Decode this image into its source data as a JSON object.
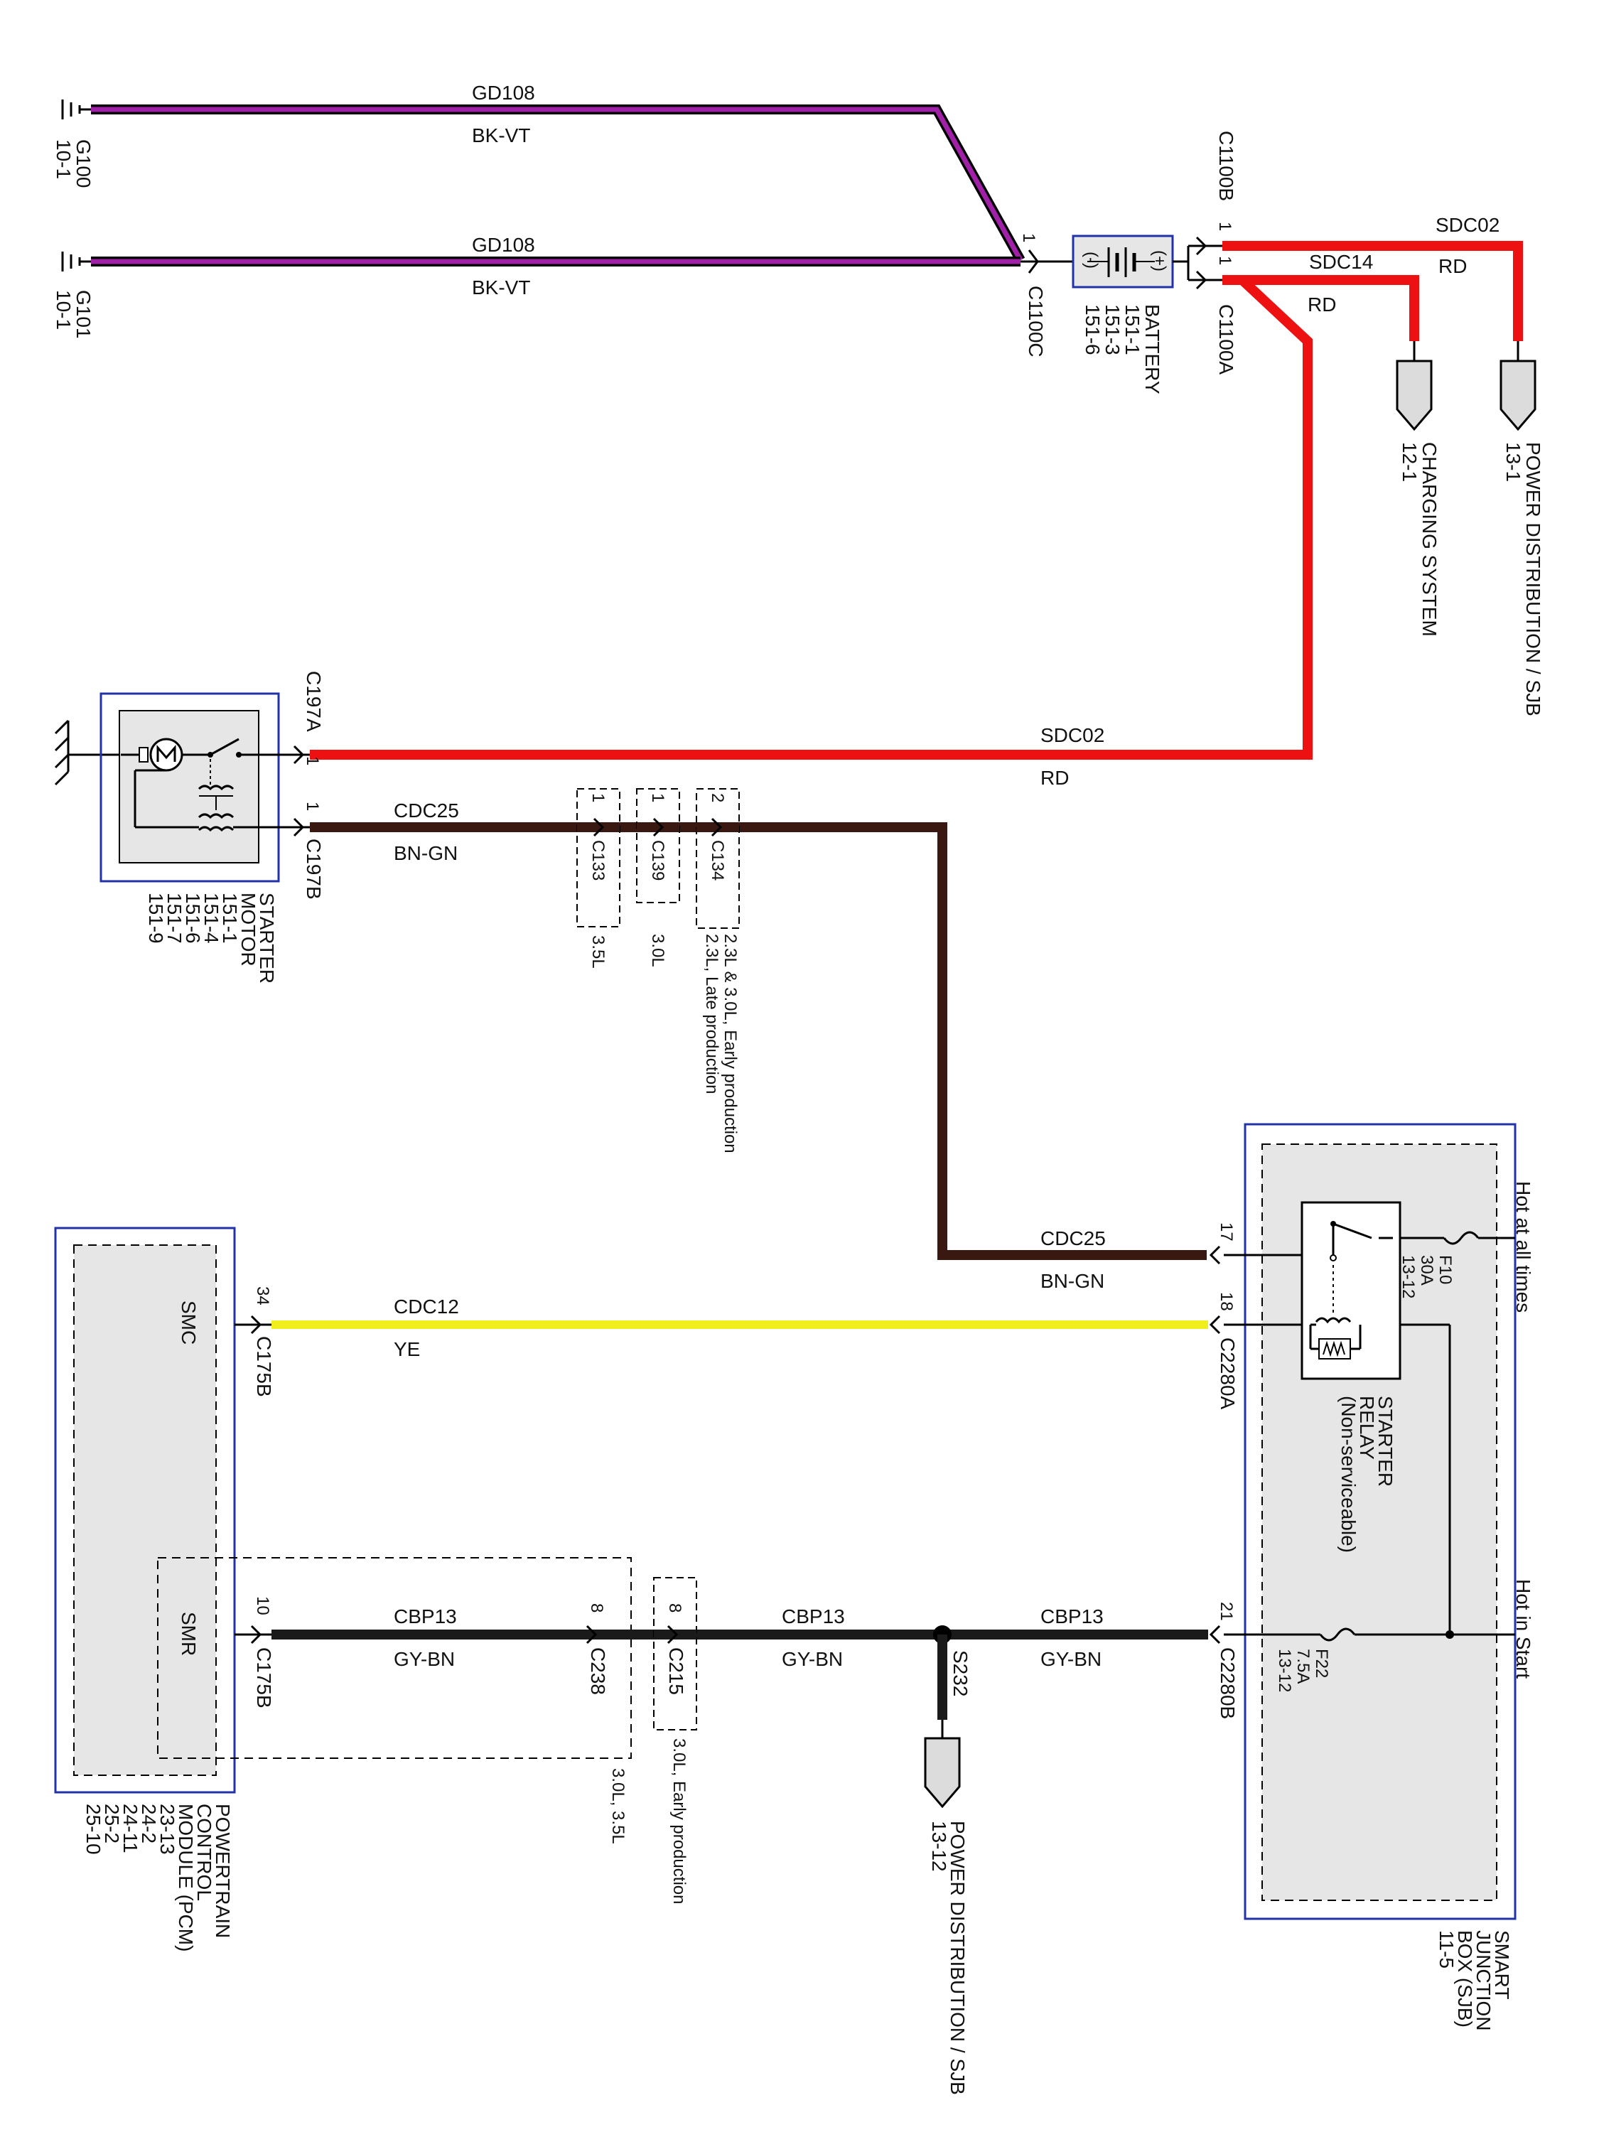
{
  "colors": {
    "ground_wire": "#a020a8",
    "wire_outline": "#000000",
    "red_wire": "#ee1111",
    "brown_wire": "#3a1812",
    "yellow_wire": "#f0ee1c",
    "gray_wire": "#1a1a1a",
    "module_border": "#2233aa",
    "module_fill": "#e6e6e6"
  },
  "grounds": [
    {
      "id": "G100",
      "ref": "10-1"
    },
    {
      "id": "G101",
      "ref": "10-1"
    }
  ],
  "wires": {
    "gd108_top": {
      "circuit": "GD108",
      "color": "BK-VT"
    },
    "gd108_bottom": {
      "circuit": "GD108",
      "color": "BK-VT"
    },
    "sdc02_top": {
      "circuit": "SDC02",
      "color": "RD"
    },
    "sdc14": {
      "circuit": "SDC14",
      "color": "RD"
    },
    "sdc02_long": {
      "circuit": "SDC02",
      "color": "RD"
    },
    "cdc25_starter": {
      "circuit": "CDC25",
      "color": "BN-GN"
    },
    "cdc25_sjb": {
      "circuit": "CDC25",
      "color": "BN-GN"
    },
    "cdc12": {
      "circuit": "CDC12",
      "color": "YE"
    },
    "cbp13_pcm": {
      "circuit": "CBP13",
      "color": "GY-BN"
    },
    "cbp13_mid": {
      "circuit": "CBP13",
      "color": "GY-BN"
    },
    "cbp13_sjb": {
      "circuit": "CBP13",
      "color": "GY-BN"
    }
  },
  "battery": {
    "title": "BATTERY",
    "refs": [
      "151-1",
      "151-3",
      "151-6"
    ],
    "plus": "(+)",
    "minus": "(-)",
    "connectors": {
      "neg": "C1100C",
      "neg_pin": "1",
      "pos_b": "C1100B",
      "pos_b_pin": "1",
      "pos_a": "C1100A",
      "pos_a_pin": "1"
    }
  },
  "destinations": {
    "power_dist_top": {
      "lines": [
        "POWER DISTRIBUTION / SJB",
        "13-1"
      ]
    },
    "charging": {
      "lines": [
        "CHARGING SYSTEM",
        "12-1"
      ]
    },
    "power_dist_bottom": {
      "lines": [
        "POWER DISTRIBUTION / SJB",
        "13-12"
      ]
    }
  },
  "starter_motor": {
    "lines": [
      "STARTER",
      "MOTOR",
      "151-1",
      "151-4",
      "151-6",
      "151-7",
      "151-9"
    ],
    "connector_a": "C197A",
    "pin_a": "1",
    "connector_b": "C197B",
    "pin_b": "1"
  },
  "inline_connectors": [
    {
      "name": "C133",
      "pin": "1",
      "note": "3.5L"
    },
    {
      "name": "C139",
      "pin": "1",
      "note": "3.0L"
    },
    {
      "name": "C134",
      "pin": "2",
      "note": "2.3L & 3.0L, Early production",
      "note2": "2.3L, Late production"
    }
  ],
  "sjb": {
    "lines": [
      "SMART",
      "JUNCTION",
      "BOX (SJB)",
      "11-5"
    ],
    "hot_at_all_times": "Hot at all times",
    "hot_in_start": "Hot in Start",
    "fuse_f10": [
      "F10",
      "30A",
      "13-12"
    ],
    "fuse_f22": [
      "F22",
      "7.5A",
      "13-12"
    ],
    "relay": [
      "STARTER",
      "RELAY",
      "(Non-serviceable)"
    ],
    "pin17": "17",
    "pin18": "18",
    "pin21": "21",
    "conn_a": "C2280A",
    "conn_b": "C2280B"
  },
  "pcm": {
    "lines": [
      "POWERTRAIN",
      "CONTROL",
      "MODULE (PCM)",
      "23-13",
      "24-2",
      "24-11",
      "25-2",
      "25-10"
    ],
    "smc": "SMC",
    "smr": "SMR",
    "pin34": "34",
    "pin10": "10",
    "conn_top": "C175B",
    "conn_bottom": "C175B"
  },
  "c238": {
    "name": "C238",
    "pin": "8",
    "note": "3.0L, 3.5L"
  },
  "c215": {
    "name": "C215",
    "pin": "8",
    "note": "3.0L, Early production"
  },
  "splice": {
    "name": "S232"
  }
}
